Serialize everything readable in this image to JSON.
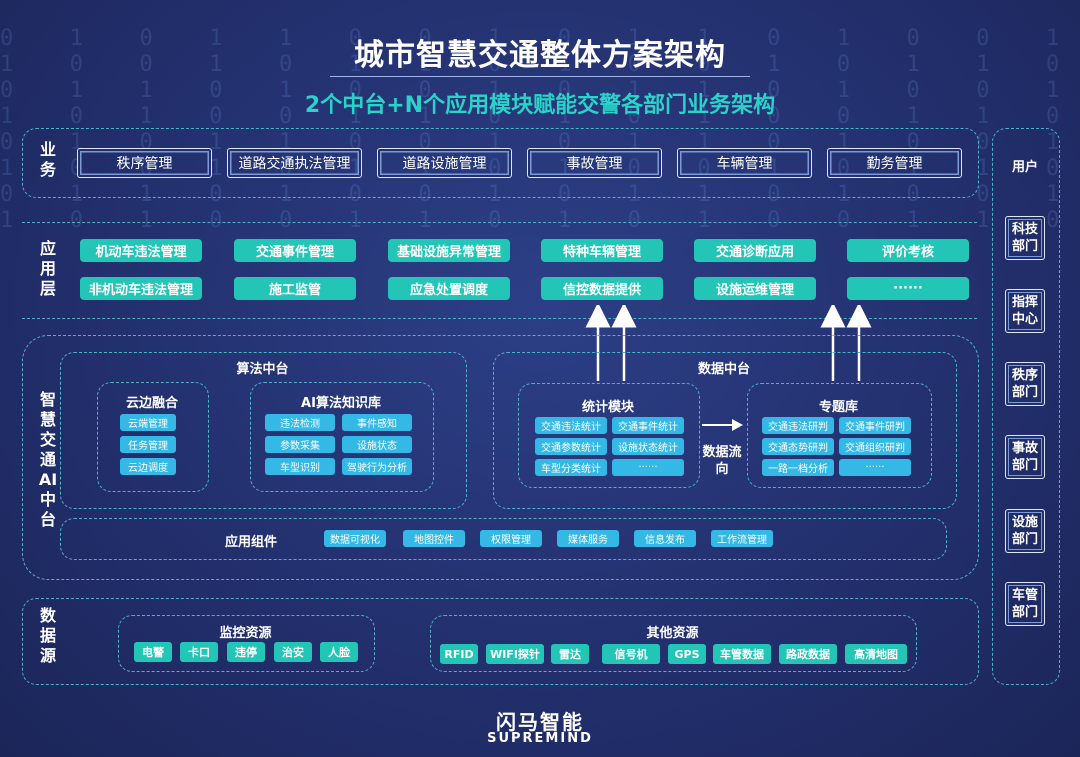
{
  "title": "城市智慧交通整体方案架构",
  "subtitle": "2个中台+N个应用模块赋能交警各部门业务架构",
  "colors": {
    "accent": "#22c5b6",
    "chip": "#34b8e6",
    "background": "#23306e",
    "dashed": "#4fb3c8"
  },
  "business": {
    "label": "业务",
    "items": [
      "秩序管理",
      "道路交通执法管理",
      "道路设施管理",
      "事故管理",
      "车辆管理",
      "勤务管理"
    ]
  },
  "app_layer": {
    "label": "应用层",
    "row1": [
      "机动车违法管理",
      "交通事件管理",
      "基础设施异常管理",
      "特种车辆管理",
      "交通诊断应用",
      "评价考核"
    ],
    "row2": [
      "非机动车违法管理",
      "施工监管",
      "应急处置调度",
      "信控数据提供",
      "设施运维管理",
      "······"
    ]
  },
  "middle": {
    "label": "智慧交通AI中台",
    "algo": {
      "title": "算法中台",
      "cloud_edge": {
        "title": "云边融合",
        "items": [
          "云端管理",
          "任务管理",
          "云边调度"
        ]
      },
      "ai_lib": {
        "title": "AI算法知识库",
        "items": [
          "违法检测",
          "事件感知",
          "参数采集",
          "设施状态",
          "车型识别",
          "驾驶行为分析"
        ]
      }
    },
    "data": {
      "title": "数据中台",
      "stats": {
        "title": "统计模块",
        "items": [
          "交通违法统计",
          "交通事件统计",
          "交通参数统计",
          "设施状态统计",
          "车型分类统计",
          "······"
        ]
      },
      "flow_label": "数据流向",
      "topic": {
        "title": "专题库",
        "items": [
          "交通违法研判",
          "交通事件研判",
          "交通态势研判",
          "交通组织研判",
          "一路一档分析",
          "······"
        ]
      }
    },
    "components": {
      "title": "应用组件",
      "items": [
        "数据可视化",
        "地图控件",
        "权限管理",
        "媒体服务",
        "信息发布",
        "工作流管理"
      ]
    }
  },
  "data_source": {
    "label": "数据源",
    "monitor": {
      "title": "监控资源",
      "items": [
        "电警",
        "卡口",
        "违停",
        "治安",
        "人脸"
      ]
    },
    "other": {
      "title": "其他资源",
      "items": [
        "RFID",
        "WIFI探针",
        "雷达",
        "信号机",
        "GPS",
        "车管数据",
        "路政数据",
        "高清地图"
      ]
    }
  },
  "users": {
    "label": "用户",
    "items": [
      "科技部门",
      "指挥中心",
      "秩序部门",
      "事故部门",
      "设施部门",
      "车管部门"
    ]
  },
  "logo": {
    "cn": "闪马智能",
    "en": "SUPREMIND"
  }
}
